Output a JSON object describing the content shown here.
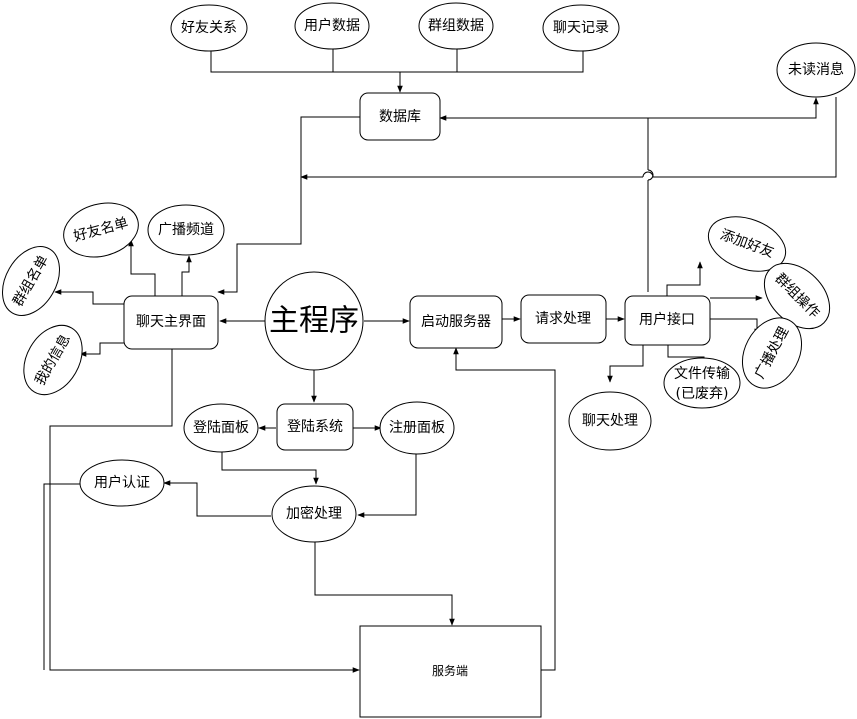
{
  "nodes": {
    "friend_relation": "好友关系",
    "user_data": "用户数据",
    "group_data": "群组数据",
    "chat_record": "聊天记录",
    "database": "数据库",
    "unread_msg": "未读消息",
    "friend_list": "好友名单",
    "broadcast_channel": "广播频道",
    "group_list": "群组名单",
    "chat_main": "聊天主界面",
    "main_program": "主程序",
    "start_server": "启动服务器",
    "request_handle": "请求处理",
    "user_interface": "用户接口",
    "add_friend": "添加好友",
    "group_op": "群组操作",
    "broadcast_handle": "广播处理",
    "file_transfer_line1": "文件传输",
    "file_transfer_line2": "(已废弃)",
    "chat_handle": "聊天处理",
    "my_info": "我的信息",
    "login_panel": "登陆面板",
    "login_system": "登陆系统",
    "register_panel": "注册面板",
    "user_auth": "用户认证",
    "encrypt": "加密处理",
    "server": "服务端"
  }
}
